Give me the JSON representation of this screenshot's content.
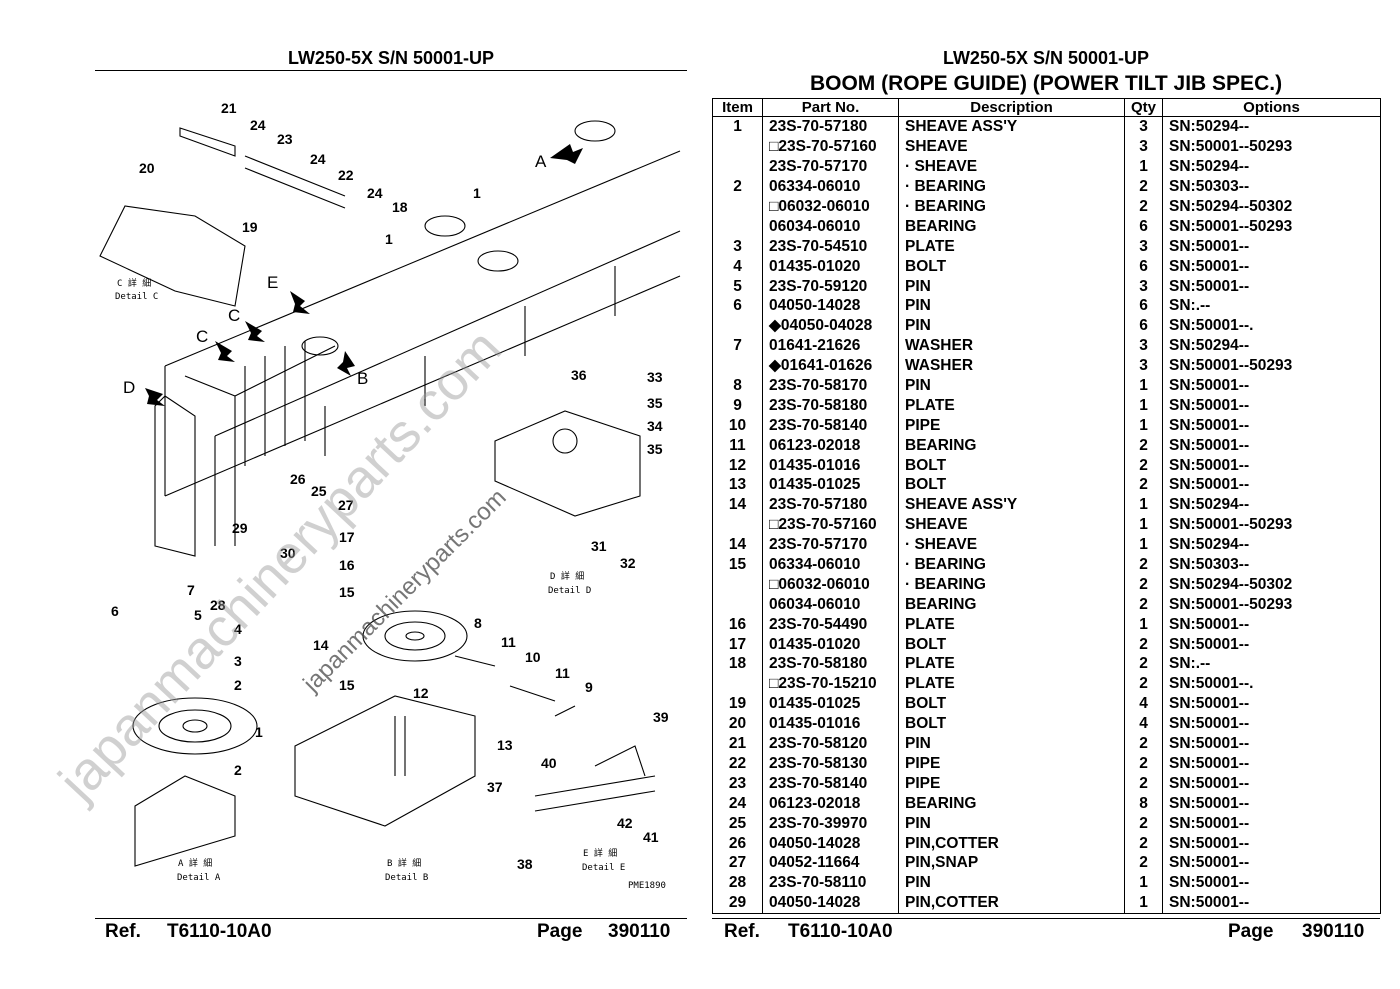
{
  "left_header": "LW250-5X S/N 50001-UP",
  "right_header": "LW250-5X S/N 50001-UP",
  "page_title": "BOOM (ROPE GUIDE) (POWER TILT JIB SPEC.)",
  "columns": [
    "Item",
    "Part No.",
    "Description",
    "Qty",
    "Options"
  ],
  "rows": [
    {
      "item": "1",
      "part": "23S-70-57180",
      "desc": "SHEAVE ASS'Y",
      "qty": "3",
      "opt": "SN:50294--"
    },
    {
      "item": "",
      "part": "□23S-70-57160",
      "desc": "SHEAVE",
      "qty": "3",
      "opt": "SN:50001--50293"
    },
    {
      "item": "",
      "part": "23S-70-57170",
      "desc": "· SHEAVE",
      "qty": "1",
      "opt": "SN:50294--"
    },
    {
      "item": "2",
      "part": "06334-06010",
      "desc": "· BEARING",
      "qty": "2",
      "opt": "SN:50303--"
    },
    {
      "item": "",
      "part": "□06032-06010",
      "desc": "· BEARING",
      "qty": "2",
      "opt": "SN:50294--50302"
    },
    {
      "item": "",
      "part": "06034-06010",
      "desc": "BEARING",
      "qty": "6",
      "opt": "SN:50001--50293"
    },
    {
      "item": "3",
      "part": "23S-70-54510",
      "desc": "PLATE",
      "qty": "3",
      "opt": "SN:50001--"
    },
    {
      "item": "4",
      "part": "01435-01020",
      "desc": "BOLT",
      "qty": "6",
      "opt": "SN:50001--"
    },
    {
      "item": "5",
      "part": "23S-70-59120",
      "desc": "PIN",
      "qty": "3",
      "opt": "SN:50001--"
    },
    {
      "item": "6",
      "part": "04050-14028",
      "desc": "PIN",
      "qty": "6",
      "opt": "SN:.--"
    },
    {
      "item": "",
      "part": "◆04050-04028",
      "desc": "PIN",
      "qty": "6",
      "opt": "SN:50001--."
    },
    {
      "item": "7",
      "part": "01641-21626",
      "desc": "WASHER",
      "qty": "3",
      "opt": "SN:50294--"
    },
    {
      "item": "",
      "part": "◆01641-01626",
      "desc": "WASHER",
      "qty": "3",
      "opt": "SN:50001--50293"
    },
    {
      "item": "8",
      "part": "23S-70-58170",
      "desc": "PIN",
      "qty": "1",
      "opt": "SN:50001--"
    },
    {
      "item": "9",
      "part": "23S-70-58180",
      "desc": "PLATE",
      "qty": "1",
      "opt": "SN:50001--"
    },
    {
      "item": "10",
      "part": "23S-70-58140",
      "desc": "PIPE",
      "qty": "1",
      "opt": "SN:50001--"
    },
    {
      "item": "11",
      "part": "06123-02018",
      "desc": "BEARING",
      "qty": "2",
      "opt": "SN:50001--"
    },
    {
      "item": "12",
      "part": "01435-01016",
      "desc": "BOLT",
      "qty": "2",
      "opt": "SN:50001--"
    },
    {
      "item": "13",
      "part": "01435-01025",
      "desc": "BOLT",
      "qty": "2",
      "opt": "SN:50001--"
    },
    {
      "item": "14",
      "part": "23S-70-57180",
      "desc": "SHEAVE ASS'Y",
      "qty": "1",
      "opt": "SN:50294--"
    },
    {
      "item": "",
      "part": "□23S-70-57160",
      "desc": "SHEAVE",
      "qty": "1",
      "opt": "SN:50001--50293"
    },
    {
      "item": "14",
      "part": "23S-70-57170",
      "desc": "· SHEAVE",
      "qty": "1",
      "opt": "SN:50294--"
    },
    {
      "item": "15",
      "part": "06334-06010",
      "desc": "· BEARING",
      "qty": "2",
      "opt": "SN:50303--"
    },
    {
      "item": "",
      "part": "□06032-06010",
      "desc": "· BEARING",
      "qty": "2",
      "opt": "SN:50294--50302"
    },
    {
      "item": "",
      "part": "06034-06010",
      "desc": "BEARING",
      "qty": "2",
      "opt": "SN:50001--50293"
    },
    {
      "item": "16",
      "part": "23S-70-54490",
      "desc": "PLATE",
      "qty": "1",
      "opt": "SN:50001--"
    },
    {
      "item": "17",
      "part": "01435-01020",
      "desc": "BOLT",
      "qty": "2",
      "opt": "SN:50001--"
    },
    {
      "item": "18",
      "part": "23S-70-58180",
      "desc": "PLATE",
      "qty": "2",
      "opt": "SN:.--"
    },
    {
      "item": "",
      "part": "□23S-70-15210",
      "desc": "PLATE",
      "qty": "2",
      "opt": "SN:50001--."
    },
    {
      "item": "19",
      "part": "01435-01025",
      "desc": "BOLT",
      "qty": "4",
      "opt": "SN:50001--"
    },
    {
      "item": "20",
      "part": "01435-01016",
      "desc": "BOLT",
      "qty": "4",
      "opt": "SN:50001--"
    },
    {
      "item": "21",
      "part": "23S-70-58120",
      "desc": "PIN",
      "qty": "2",
      "opt": "SN:50001--"
    },
    {
      "item": "22",
      "part": "23S-70-58130",
      "desc": "PIPE",
      "qty": "2",
      "opt": "SN:50001--"
    },
    {
      "item": "23",
      "part": "23S-70-58140",
      "desc": "PIPE",
      "qty": "2",
      "opt": "SN:50001--"
    },
    {
      "item": "24",
      "part": "06123-02018",
      "desc": "BEARING",
      "qty": "8",
      "opt": "SN:50001--"
    },
    {
      "item": "25",
      "part": "23S-70-39970",
      "desc": "PIN",
      "qty": "2",
      "opt": "SN:50001--"
    },
    {
      "item": "26",
      "part": "04050-14028",
      "desc": "PIN,COTTER",
      "qty": "2",
      "opt": "SN:50001--"
    },
    {
      "item": "27",
      "part": "04052-11664",
      "desc": "PIN,SNAP",
      "qty": "2",
      "opt": "SN:50001--"
    },
    {
      "item": "28",
      "part": "23S-70-58110",
      "desc": "PIN",
      "qty": "1",
      "opt": "SN:50001--"
    },
    {
      "item": "29",
      "part": "04050-14028",
      "desc": "PIN,COTTER",
      "qty": "1",
      "opt": "SN:50001--"
    }
  ],
  "footer_left": {
    "ref_label": "Ref.",
    "ref_value": "T6110-10A0",
    "page_label": "Page",
    "page_value": "390110"
  },
  "footer_right": {
    "ref_label": "Ref.",
    "ref_value": "T6110-10A0",
    "page_label": "Page",
    "page_value": "390110"
  },
  "watermark_big": "japanmachineryparts.com",
  "watermark_small": "japanmachineryparts.com",
  "diagram": {
    "callouts": [
      "21",
      "24",
      "23",
      "20",
      "24",
      "22",
      "24",
      "18",
      "19",
      "1",
      "1",
      "A",
      "E",
      "C",
      "C",
      "D",
      "B",
      "36",
      "33",
      "35",
      "34",
      "35",
      "26",
      "25",
      "27",
      "29",
      "30",
      "17",
      "16",
      "15",
      "7",
      "6",
      "5",
      "4",
      "3",
      "2",
      "28",
      "14",
      "15",
      "8",
      "11",
      "10",
      "11",
      "9",
      "12",
      "13",
      "1",
      "2",
      "39",
      "40",
      "37",
      "42",
      "41",
      "38",
      "31",
      "32"
    ],
    "detail_c": "C 詳 細",
    "detail_c_en": "Detail C",
    "detail_d": "D 詳 細",
    "detail_d_en": "Detail D",
    "detail_a": "A 詳 細",
    "detail_a_en": "Detail A",
    "detail_b": "B 詳 細",
    "detail_b_en": "Detail B",
    "detail_e": "E 詳 細",
    "detail_e_en": "Detail E",
    "drawing_no": "PME1890"
  }
}
